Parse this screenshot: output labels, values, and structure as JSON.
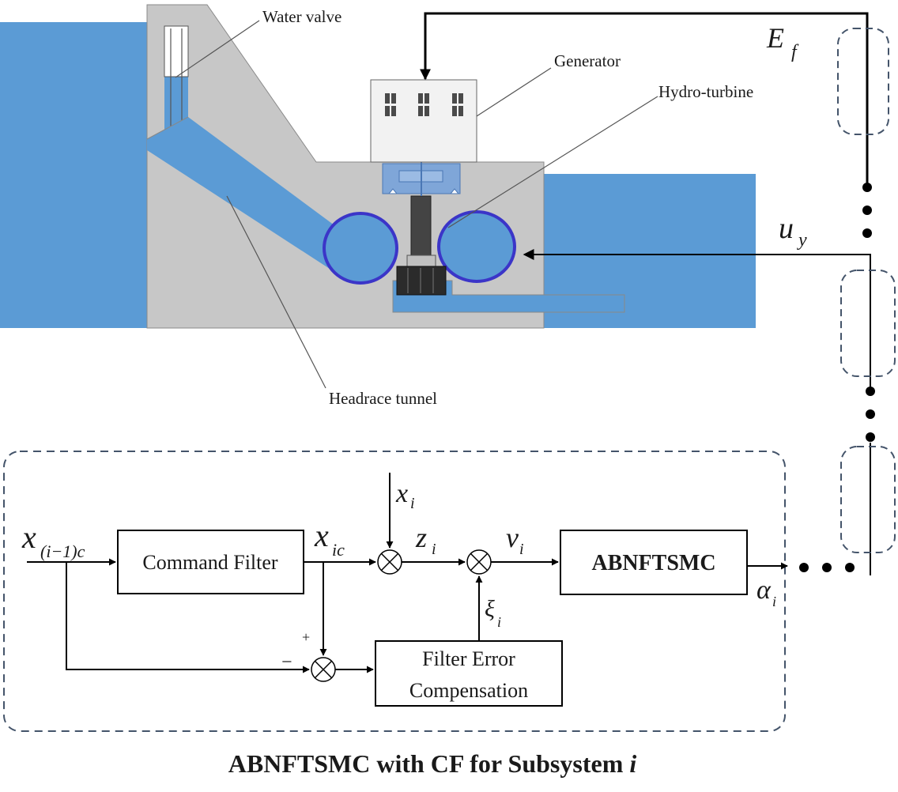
{
  "plant": {
    "water_valve": "Water valve",
    "generator": "Generator",
    "hydro_turbine": "Hydro-turbine",
    "headrace_tunnel": "Headrace tunnel"
  },
  "signals": {
    "ef_base": "E",
    "ef_sub": "f",
    "uy_base": "u",
    "uy_sub": "y"
  },
  "controller": {
    "input_base": "x",
    "input_sub": "(i−1)c",
    "command_filter": "Command Filter",
    "xic_base": "x",
    "xic_sub": "ic",
    "xi_base": "x",
    "xi_sub": "i",
    "zi_base": "z",
    "zi_sub": "i",
    "vi_base": "v",
    "vi_sub": "i",
    "abnftsmc": "ABNFTSMC",
    "alpha_base": "α",
    "alpha_sub": "i",
    "xi_comp_base": "ξ",
    "xi_comp_sub": "i",
    "fec_line1": "Filter Error",
    "fec_line2": "Compensation",
    "plus": "+",
    "minus": "−"
  },
  "caption": {
    "prefix": "ABNFTSMC with CF for Subsystem ",
    "var": "i"
  },
  "colors": {
    "water": "#5b9bd5",
    "concrete": "#c7c7c7",
    "turbine_edge": "#3b35c8",
    "dashed_box": "#44546a",
    "line": "#000000"
  }
}
